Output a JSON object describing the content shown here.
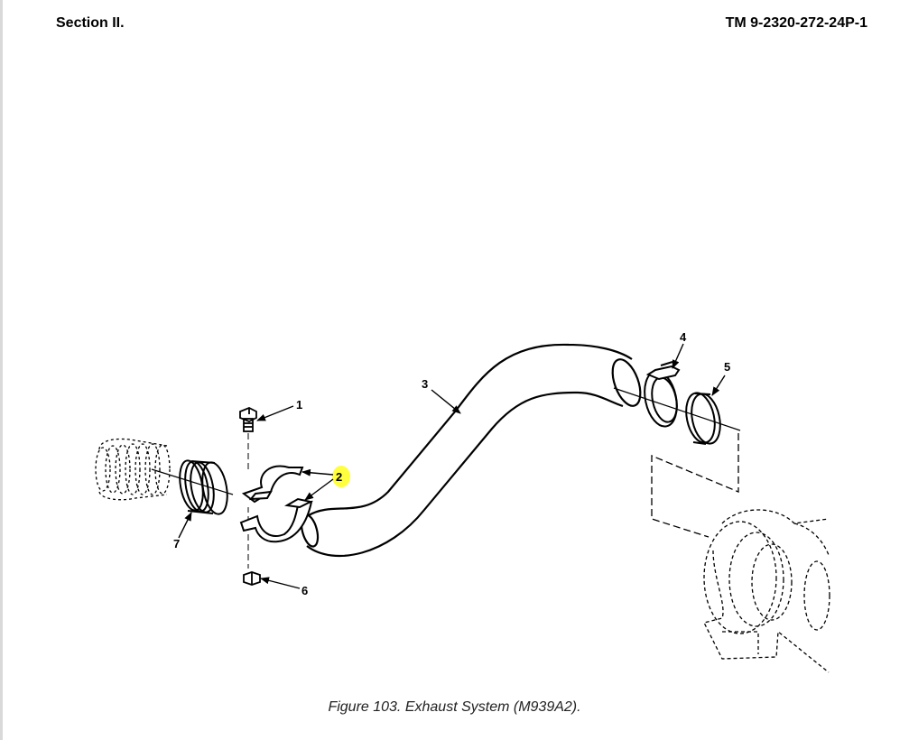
{
  "header": {
    "section": "Section II.",
    "manual": "TM 9-2320-272-24P-1"
  },
  "callouts": [
    "1",
    "2",
    "3",
    "4",
    "5",
    "6",
    "7"
  ],
  "caption": "Figure 103.  Exhaust System (M939A2).",
  "colors": {
    "highlight": "#ffff40",
    "ink": "#000000"
  }
}
